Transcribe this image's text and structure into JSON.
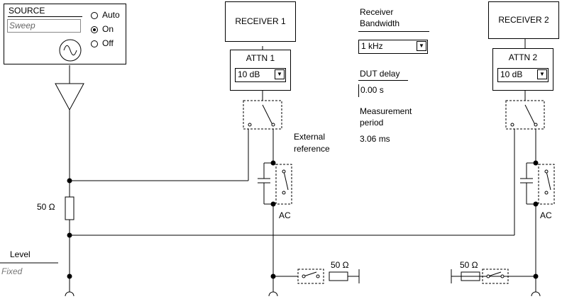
{
  "source": {
    "title": "SOURCE",
    "mode_value": "Sweep",
    "options": [
      "Auto",
      "On",
      "Off"
    ],
    "selected": "On"
  },
  "receiver1": {
    "label": "RECEIVER 1"
  },
  "receiver2": {
    "label": "RECEIVER 2"
  },
  "attn1": {
    "title": "ATTN 1",
    "value": "10 dB"
  },
  "attn2": {
    "title": "ATTN 2",
    "value": "10 dB"
  },
  "bandwidth": {
    "label_line1": "Receiver",
    "label_line2": "Bandwidth",
    "value": "1 kHz"
  },
  "dut_delay": {
    "label": "DUT delay",
    "value": "0.00 s"
  },
  "measurement": {
    "label_line1": "Measurement",
    "label_line2": "period",
    "value": "3.06 ms"
  },
  "external_reference": {
    "line1": "External",
    "line2": "reference"
  },
  "resistor_source": {
    "label": "50 Ω"
  },
  "resistor_r1": {
    "label": "50 Ω"
  },
  "resistor_r2": {
    "label": "50 Ω"
  },
  "ac1": {
    "label": "AC"
  },
  "ac2": {
    "label": "AC"
  },
  "level": {
    "label": "Level",
    "value": "Fixed"
  }
}
